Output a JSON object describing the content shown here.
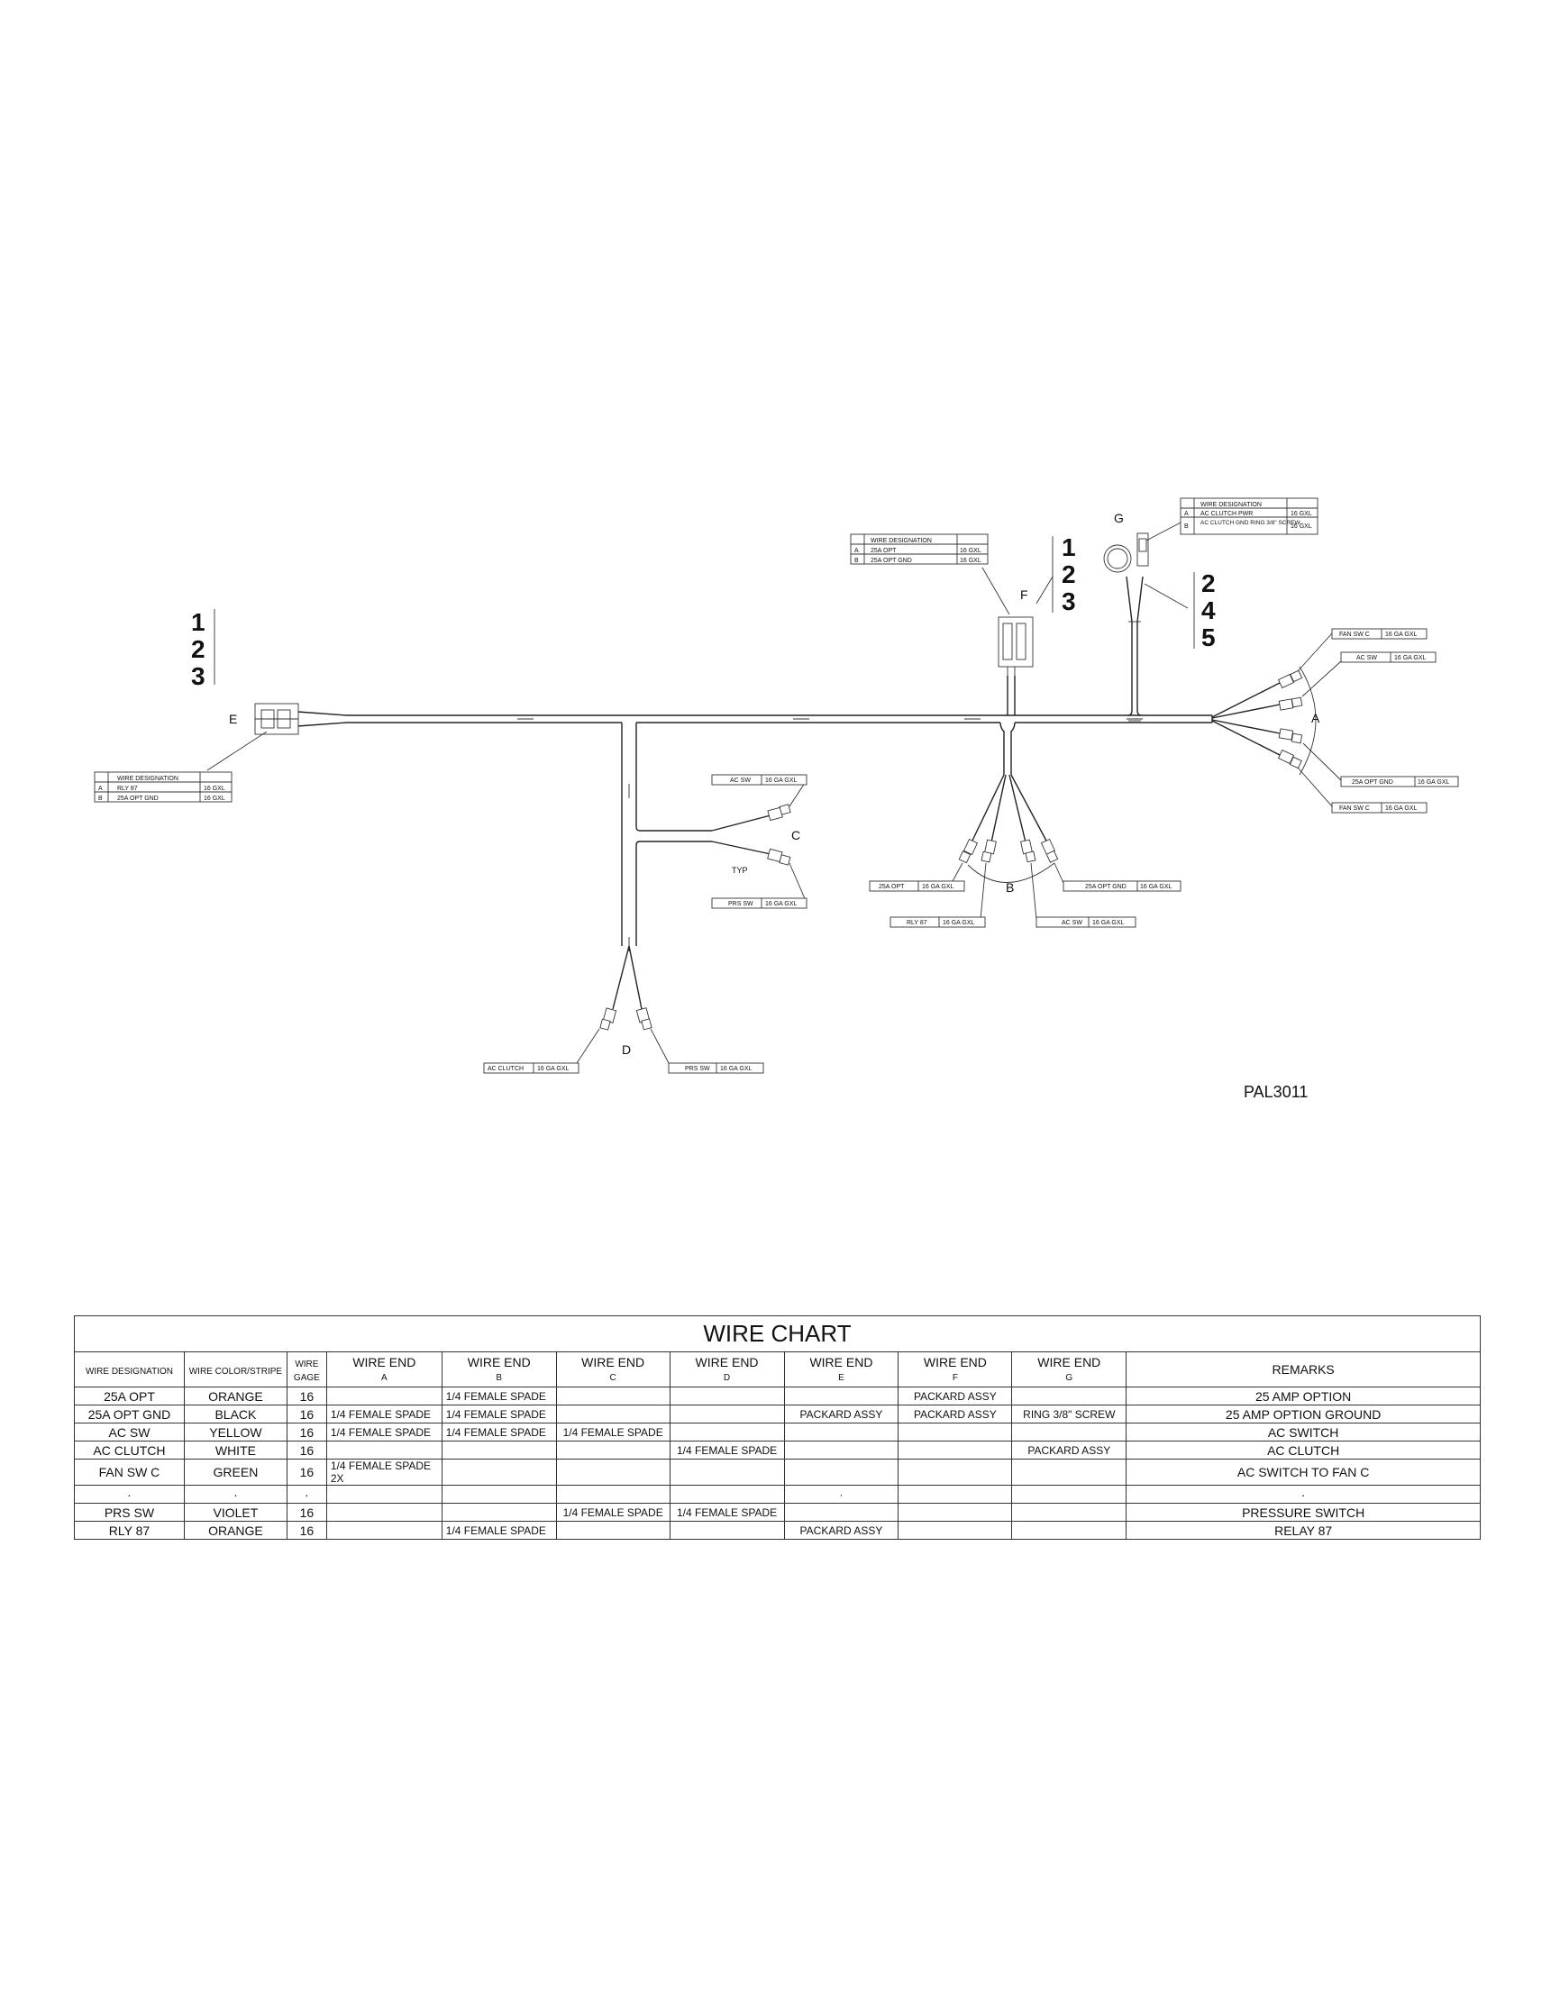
{
  "drawing": {
    "number": "PAL3011",
    "connectors": {
      "A": "A",
      "B": "B",
      "C": "C",
      "D": "D",
      "E": "E",
      "F": "F",
      "G": "G"
    },
    "typ_note": "TYP",
    "callouts": {
      "E": [
        "1",
        "2",
        "3"
      ],
      "F": [
        "1",
        "2",
        "3"
      ],
      "G": [
        "2",
        "4",
        "5"
      ]
    },
    "pin_tables": {
      "E": {
        "header": "WIRE DESIGNATION",
        "rows": [
          [
            "A",
            "RLY 87",
            "16 GXL"
          ],
          [
            "B",
            "25A OPT GND",
            "16 GXL"
          ]
        ]
      },
      "F": {
        "header": "WIRE DESIGNATION",
        "rows": [
          [
            "A",
            "25A OPT",
            "16 GXL"
          ],
          [
            "B",
            "25A OPT GND",
            "16 GXL"
          ]
        ]
      },
      "G": {
        "header": "WIRE DESIGNATION",
        "rows": [
          [
            "A",
            "AC CLUTCH PWR",
            "16 GXL"
          ],
          [
            "B",
            "AC CLUTCH GND RING 3/8\" SCREW",
            "16 GXL"
          ]
        ]
      }
    },
    "wire_tags": {
      "A1": [
        "FAN SW C",
        "16 GA GXL"
      ],
      "A2": [
        "AC SW",
        "16 GA GXL"
      ],
      "A3": [
        "25A OPT GND",
        "16 GA GXL"
      ],
      "A4": [
        "FAN SW C",
        "16 GA GXL"
      ],
      "B1": [
        "25A OPT",
        "16 GA GXL"
      ],
      "B2": [
        "RLY 87",
        "16 GA GXL"
      ],
      "B3": [
        "25A OPT GND",
        "16 GA GXL"
      ],
      "B4": [
        "AC SW",
        "16 GA GXL"
      ],
      "C1": [
        "AC SW",
        "16 GA GXL"
      ],
      "C2": [
        "PRS SW",
        "16 GA GXL"
      ],
      "D1": [
        "AC CLUTCH",
        "16 GA GXL"
      ],
      "D2": [
        "PRS SW",
        "16 GA GXL"
      ]
    }
  },
  "wire_chart": {
    "title": "WIRE CHART",
    "headers": {
      "designation": "WIRE DESIGNATION",
      "color": "WIRE COLOR/STRIPE",
      "gage": "WIRE GAGE",
      "end_label": "WIRE END",
      "ends": [
        "A",
        "B",
        "C",
        "D",
        "E",
        "F",
        "G"
      ],
      "remarks": "REMARKS"
    },
    "rows": [
      {
        "designation": "25A OPT",
        "color": "ORANGE",
        "gage": "16",
        "a": "",
        "b": "1/4 FEMALE SPADE",
        "c": "",
        "d": "",
        "e": "",
        "f": "PACKARD ASSY",
        "g": "",
        "remarks": "25 AMP OPTION"
      },
      {
        "designation": "25A OPT GND",
        "color": "BLACK",
        "gage": "16",
        "a": "1/4 FEMALE SPADE",
        "b": "1/4 FEMALE SPADE",
        "c": "",
        "d": "",
        "e": "PACKARD ASSY",
        "f": "PACKARD ASSY",
        "g": "RING 3/8\" SCREW",
        "remarks": "25 AMP OPTION GROUND"
      },
      {
        "designation": "AC SW",
        "color": "YELLOW",
        "gage": "16",
        "a": "1/4 FEMALE SPADE",
        "b": "1/4 FEMALE SPADE",
        "c": "1/4 FEMALE SPADE",
        "d": "",
        "e": "",
        "f": "",
        "g": "",
        "remarks": "AC SWITCH"
      },
      {
        "designation": "AC CLUTCH",
        "color": "WHITE",
        "gage": "16",
        "a": "",
        "b": "",
        "c": "",
        "d": "1/4 FEMALE SPADE",
        "e": "",
        "f": "",
        "g": "PACKARD ASSY",
        "remarks": "AC CLUTCH"
      },
      {
        "designation": "FAN SW C",
        "color": "GREEN",
        "gage": "16",
        "a": "1/4 FEMALE SPADE 2X",
        "b": "",
        "c": "",
        "d": "",
        "e": "",
        "f": "",
        "g": "",
        "remarks": "AC SWITCH TO FAN C"
      },
      {
        "designation": "·",
        "color": "·",
        "gage": "·",
        "a": "",
        "b": "",
        "c": "",
        "d": "",
        "e": "·",
        "f": "",
        "g": "",
        "remarks": "·"
      },
      {
        "designation": "PRS SW",
        "color": "VIOLET",
        "gage": "16",
        "a": "",
        "b": "",
        "c": "1/4 FEMALE SPADE",
        "d": "1/4 FEMALE SPADE",
        "e": "",
        "f": "",
        "g": "",
        "remarks": "PRESSURE SWITCH"
      },
      {
        "designation": "RLY 87",
        "color": "ORANGE",
        "gage": "16",
        "a": "",
        "b": "1/4 FEMALE SPADE",
        "c": "",
        "d": "",
        "e": "PACKARD ASSY",
        "f": "",
        "g": "",
        "remarks": "RELAY 87"
      }
    ]
  }
}
